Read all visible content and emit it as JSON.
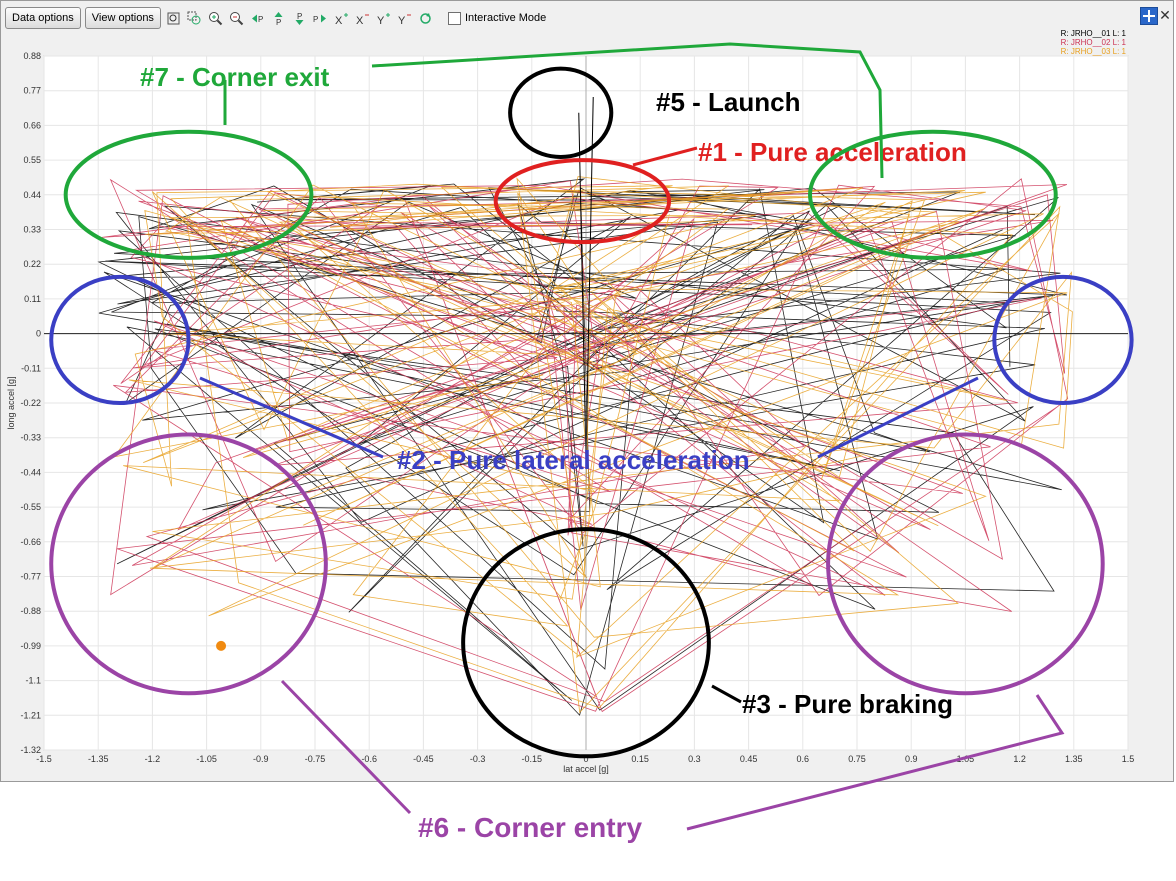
{
  "toolbar": {
    "data_options_label": "Data options",
    "view_options_label": "View options",
    "icons": [
      "zoom-fit-icon",
      "zoom-region-icon",
      "zoom-in-icon",
      "zoom-out-icon",
      "pan-left-icon",
      "pan-up-icon",
      "pan-down-icon",
      "pan-right-icon",
      "x-zoom-in-icon",
      "x-zoom-out-icon",
      "y-zoom-in-icon",
      "y-zoom-out-icon",
      "refresh-icon"
    ],
    "interactive_mode_label": "Interactive Mode",
    "interactive_mode_checked": false
  },
  "legend": [
    {
      "label": "R: JRHO__01  L: 1",
      "color": "#000000"
    },
    {
      "label": "R: JRHO__02  L: 1",
      "color": "#cc3355"
    },
    {
      "label": "R: JRHO__03  L: 1",
      "color": "#e8a020"
    }
  ],
  "chart_data": {
    "type": "scatter",
    "xlabel": "lat accel [g]",
    "ylabel": "long accel [g]",
    "xlim": [
      -1.5,
      1.5
    ],
    "ylim": [
      -1.32,
      0.88
    ],
    "x_ticks": [
      "-1.5",
      "-1.35",
      "-1.2",
      "-1.05",
      "-0.9",
      "-0.75",
      "-0.6",
      "-0.45",
      "-0.3",
      "-0.15",
      "0",
      "0.15",
      "0.3",
      "0.45",
      "0.6",
      "0.75",
      "0.9",
      "1.05",
      "1.2",
      "1.35",
      "1.5"
    ],
    "y_ticks": [
      "0.88",
      "0.77",
      "0.66",
      "0.55",
      "0.44",
      "0.33",
      "0.22",
      "0.11",
      "0",
      "-0.11",
      "-0.22",
      "-0.33",
      "-0.44",
      "-0.55",
      "-0.66",
      "-0.77",
      "-0.88",
      "-0.99",
      "-1.1",
      "-1.21",
      "-1.32"
    ],
    "grid": true,
    "legend_position": "top-right",
    "series": [
      {
        "name": "R: JRHO__01  L: 1",
        "color": "#000000"
      },
      {
        "name": "R: JRHO__02  L: 1",
        "color": "#cc3355"
      },
      {
        "name": "R: JRHO__03  L: 1",
        "color": "#e8a020"
      }
    ],
    "cursor_point": {
      "x": -1.01,
      "y": -0.99,
      "color": "#f08a10"
    },
    "annotations": [
      {
        "label": "#1 - Pure acceleration",
        "color": "#e02020",
        "ellipse_center": {
          "x": -0.01,
          "y": 0.42
        },
        "ellipse_radii": {
          "x": 0.24,
          "y": 0.13
        }
      },
      {
        "label": "#2 - Pure lateral acceleration",
        "color": "#3a3fc4",
        "ellipse_center": [
          {
            "x": -1.29,
            "y": -0.02
          },
          {
            "x": 1.32,
            "y": -0.02
          }
        ],
        "ellipse_radii": {
          "x": 0.19,
          "y": 0.2
        }
      },
      {
        "label": "#3 - Pure braking",
        "color": "#000000",
        "ellipse_center": {
          "x": 0.0,
          "y": -0.98
        },
        "ellipse_radii": {
          "x": 0.34,
          "y": 0.36
        }
      },
      {
        "label": "#5 - Launch",
        "color": "#000000",
        "ellipse_center": {
          "x": -0.07,
          "y": 0.7
        },
        "ellipse_radii": {
          "x": 0.14,
          "y": 0.14
        }
      },
      {
        "label": "#6 - Corner entry",
        "color": "#9b44a6",
        "ellipse_center": [
          {
            "x": -1.1,
            "y": -0.73
          },
          {
            "x": 1.05,
            "y": -0.73
          }
        ],
        "ellipse_radii": {
          "x": 0.38,
          "y": 0.41
        }
      },
      {
        "label": "#7 - Corner exit",
        "color": "#1fa83a",
        "ellipse_center": [
          {
            "x": -1.1,
            "y": 0.44
          },
          {
            "x": 0.96,
            "y": 0.44
          }
        ],
        "ellipse_radii": {
          "x": 0.34,
          "y": 0.2
        }
      }
    ]
  }
}
